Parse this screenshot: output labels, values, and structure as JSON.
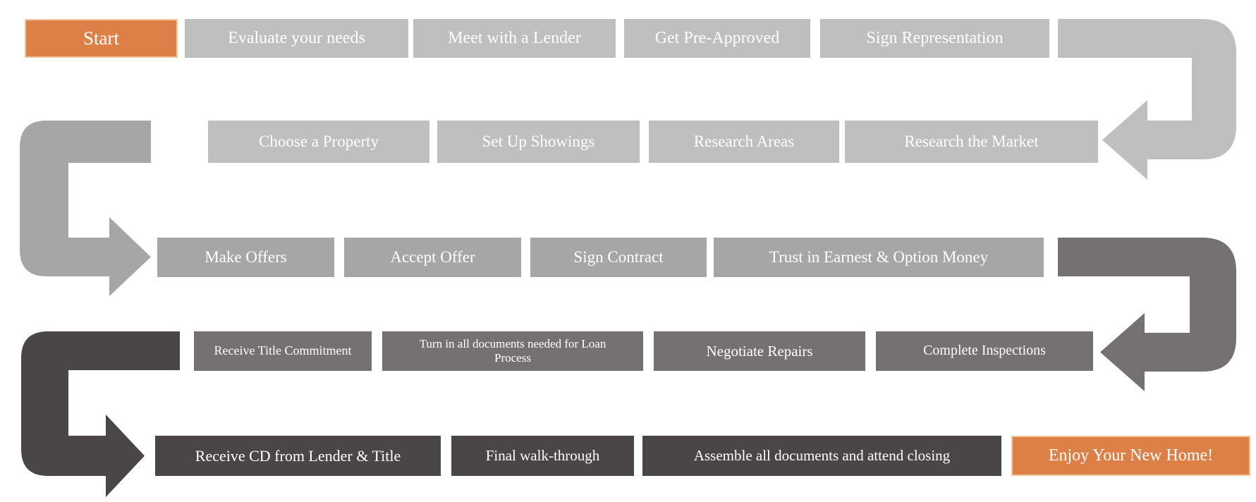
{
  "colors": {
    "row1_box": "#BFBFBF",
    "row2_box": "#BFBFBF",
    "row3_box": "#A6A6A6",
    "row4_box": "#767171",
    "row5_box": "#4A4646",
    "arrow1": "#BFBFBF",
    "arrow2": "#A6A6A6",
    "arrow3": "#767171",
    "arrow4": "#4A4646",
    "accent_orange": "#DD8047",
    "accent_orange_border": "#F2C49B",
    "text": "#FFFFFF"
  },
  "flow": {
    "rows": [
      {
        "direction": "left-to-right",
        "boxes": [
          {
            "label": "Start"
          },
          {
            "label": "Evaluate your needs"
          },
          {
            "label": "Meet with a Lender"
          },
          {
            "label": "Get Pre-Approved"
          },
          {
            "label": "Sign Representation"
          }
        ]
      },
      {
        "direction": "right-to-left",
        "boxes": [
          {
            "label": "Choose a Property"
          },
          {
            "label": "Set Up Showings"
          },
          {
            "label": "Research Areas"
          },
          {
            "label": "Research the Market"
          }
        ]
      },
      {
        "direction": "left-to-right",
        "boxes": [
          {
            "label": "Make Offers"
          },
          {
            "label": "Accept Offer"
          },
          {
            "label": "Sign Contract"
          },
          {
            "label": "Trust in Earnest & Option Money"
          }
        ]
      },
      {
        "direction": "right-to-left",
        "boxes": [
          {
            "label": "Receive Title Commitment"
          },
          {
            "label": "Turn in all documents needed for Loan Process"
          },
          {
            "label": "Negotiate Repairs"
          },
          {
            "label": "Complete Inspections"
          }
        ]
      },
      {
        "direction": "left-to-right",
        "boxes": [
          {
            "label": "Receive CD from Lender & Title"
          },
          {
            "label": "Final walk-through"
          },
          {
            "label": "Assemble all documents and attend closing"
          },
          {
            "label": "Enjoy Your New Home!"
          }
        ]
      }
    ],
    "connectors": [
      {
        "name": "u-turn right from row 1 to row 2"
      },
      {
        "name": "u-turn left from row 2 to row 3"
      },
      {
        "name": "u-turn right from row 3 to row 4"
      },
      {
        "name": "u-turn left from row 4 to row 5"
      }
    ]
  }
}
